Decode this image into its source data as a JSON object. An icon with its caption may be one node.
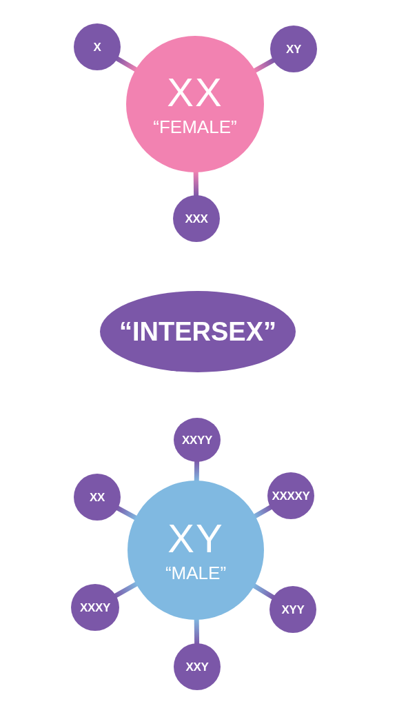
{
  "diagram": {
    "nodes": [
      {
        "text": [
          "X"
        ]
      },
      {
        "text": [
          "XY"
        ]
      },
      {
        "text": [
          "XX",
          "“FEMALE”"
        ]
      },
      {
        "text": [
          "XXX"
        ]
      },
      {
        "text": [
          "“INTERSEX”"
        ]
      },
      {
        "text": [
          "XXYY"
        ]
      },
      {
        "text": [
          "XX"
        ]
      },
      {
        "text": [
          "XXXXY"
        ]
      },
      {
        "text": [
          "XY",
          "“MALE”"
        ]
      },
      {
        "text": [
          "XXXY"
        ]
      },
      {
        "text": [
          "XYY"
        ]
      },
      {
        "text": [
          "XXY"
        ]
      }
    ],
    "edges": [
      {
        "from": 2,
        "to": 0,
        "arrow": "none"
      },
      {
        "from": 2,
        "to": 1,
        "arrow": "none"
      },
      {
        "from": 2,
        "to": 3,
        "arrow": "none"
      },
      {
        "from": 8,
        "to": 5,
        "arrow": "none"
      },
      {
        "from": 8,
        "to": 6,
        "arrow": "none"
      },
      {
        "from": 8,
        "to": 7,
        "arrow": "none"
      },
      {
        "from": 8,
        "to": 9,
        "arrow": "none"
      },
      {
        "from": 8,
        "to": 10,
        "arrow": "none"
      },
      {
        "from": 8,
        "to": 11,
        "arrow": "none"
      }
    ]
  }
}
